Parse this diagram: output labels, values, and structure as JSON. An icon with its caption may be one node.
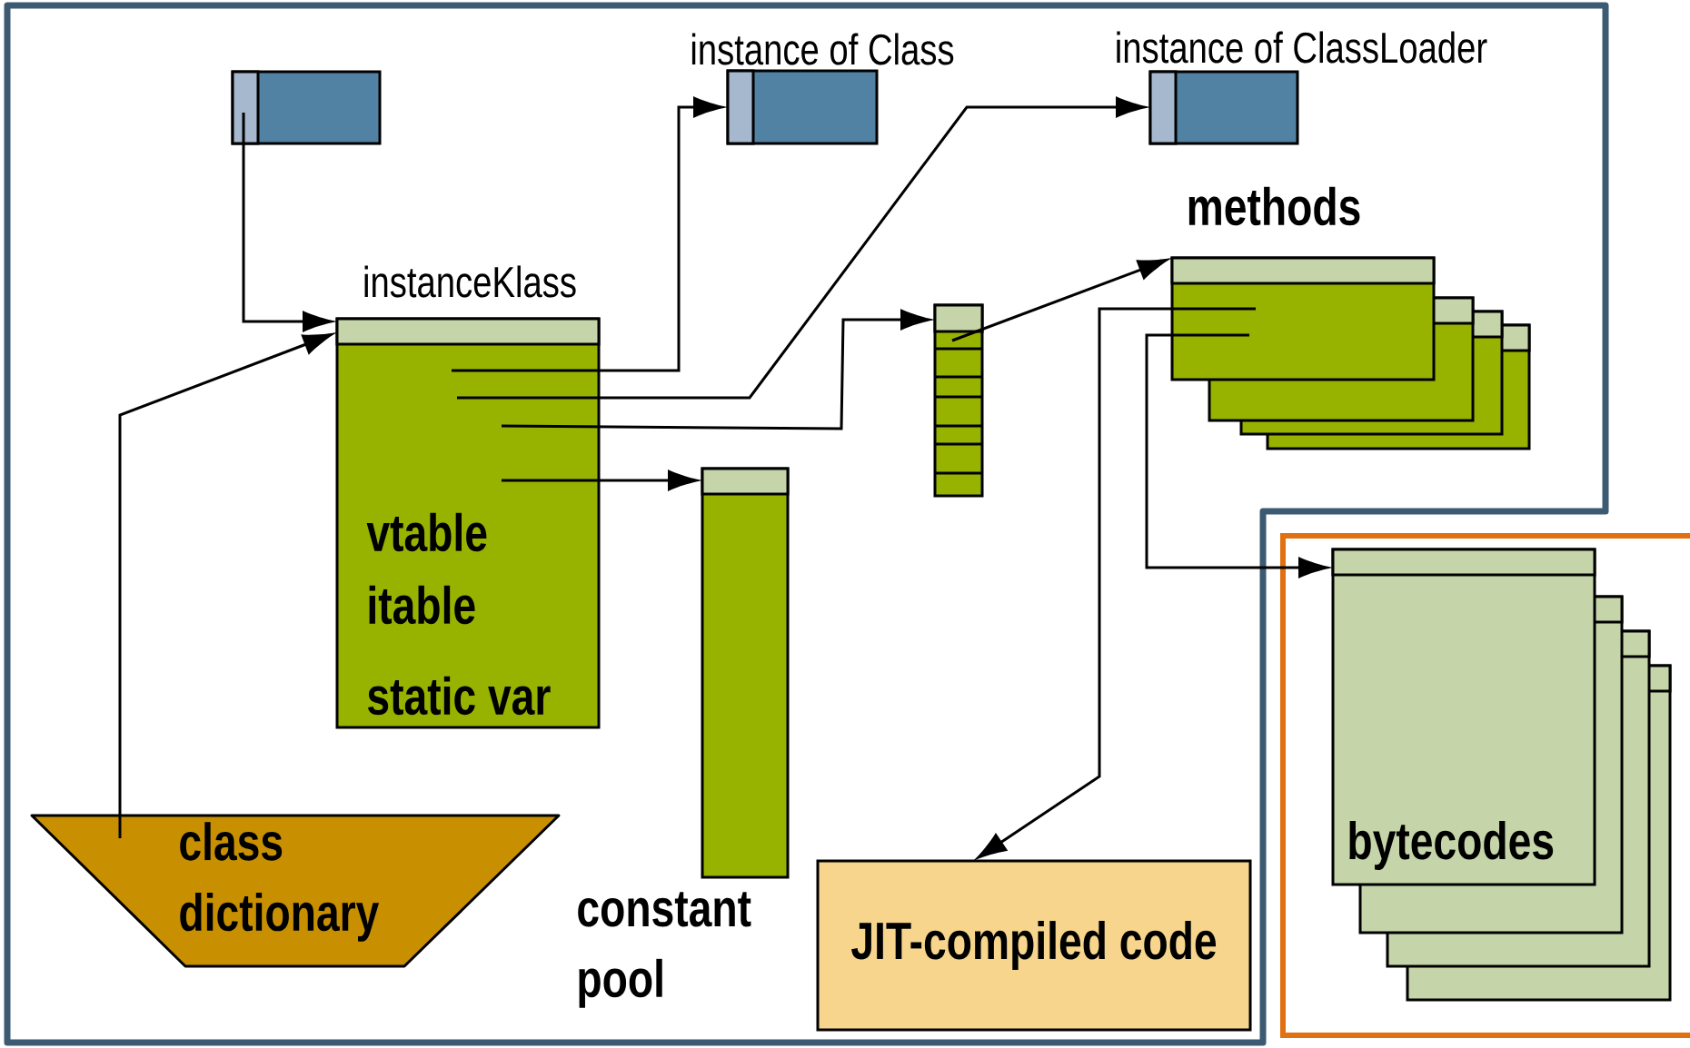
{
  "diagram": {
    "nodes": [
      {
        "text": [],
        "shape": "box"
      },
      {
        "text": [
          "instanceKlass",
          "vtable",
          "itable",
          "static var"
        ]
      },
      {
        "text": [
          "instance of Class"
        ]
      },
      {
        "text": [
          "instance of ClassLoader"
        ]
      },
      {
        "text": [],
        "shape": "box"
      },
      {
        "text": [
          "methods"
        ]
      },
      {
        "text": [
          "constant pool"
        ]
      },
      {
        "text": [
          "class dictionary"
        ]
      },
      {
        "text": [
          "JIT-compiled code"
        ]
      },
      {
        "text": [
          "bytecodes"
        ]
      }
    ],
    "edges": [
      {
        "from": 0,
        "to": 1,
        "arrow": "to"
      },
      {
        "from": 7,
        "to": 1,
        "arrow": "to"
      },
      {
        "from": 1,
        "to": 2,
        "arrow": "to"
      },
      {
        "from": 1,
        "to": 3,
        "arrow": "to"
      },
      {
        "from": 1,
        "to": 4,
        "arrow": "to"
      },
      {
        "from": 1,
        "to": 6,
        "arrow": "to"
      },
      {
        "from": 4,
        "to": 5,
        "arrow": "to"
      },
      {
        "from": 5,
        "to": 8,
        "arrow": "to"
      },
      {
        "from": 5,
        "to": 9,
        "arrow": "to"
      }
    ]
  }
}
